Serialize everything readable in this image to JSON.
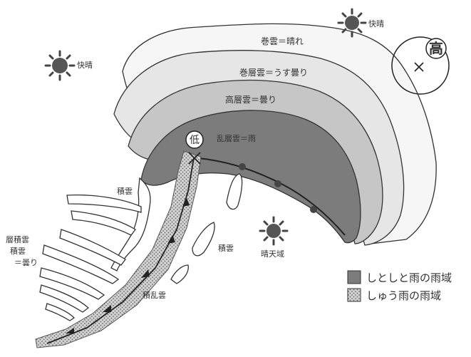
{
  "colors": {
    "cirrus": "#f6f6f6",
    "cirrostratus": "#e6e6e6",
    "altostratus": "#c6c6c6",
    "nimbostratus": "#7c7c7c",
    "shower_band": "#cfcfcf",
    "ink": "#333333",
    "sun": "#555555"
  },
  "labels": {
    "cirrus": "巻雲＝晴れ",
    "cirrostratus": "巻層雲＝うす曇り",
    "altostratus": "高層雲＝曇り",
    "nimbostratus": "乱層雲＝雨",
    "low": "低",
    "high": "高",
    "sun_top_right": "快晴",
    "sun_left": "快晴",
    "cumulus_1": "積雲",
    "cumulus_2": "積雲",
    "cumulonimbus": "積乱雲",
    "clear_area": "晴天域",
    "strato_1": "層積雲",
    "strato_2": "積雲",
    "strato_3": "＝曇り"
  },
  "legend": {
    "steady_rain": "しとしと雨の雨域",
    "shower_rain": "しゅう雨の雨域"
  }
}
